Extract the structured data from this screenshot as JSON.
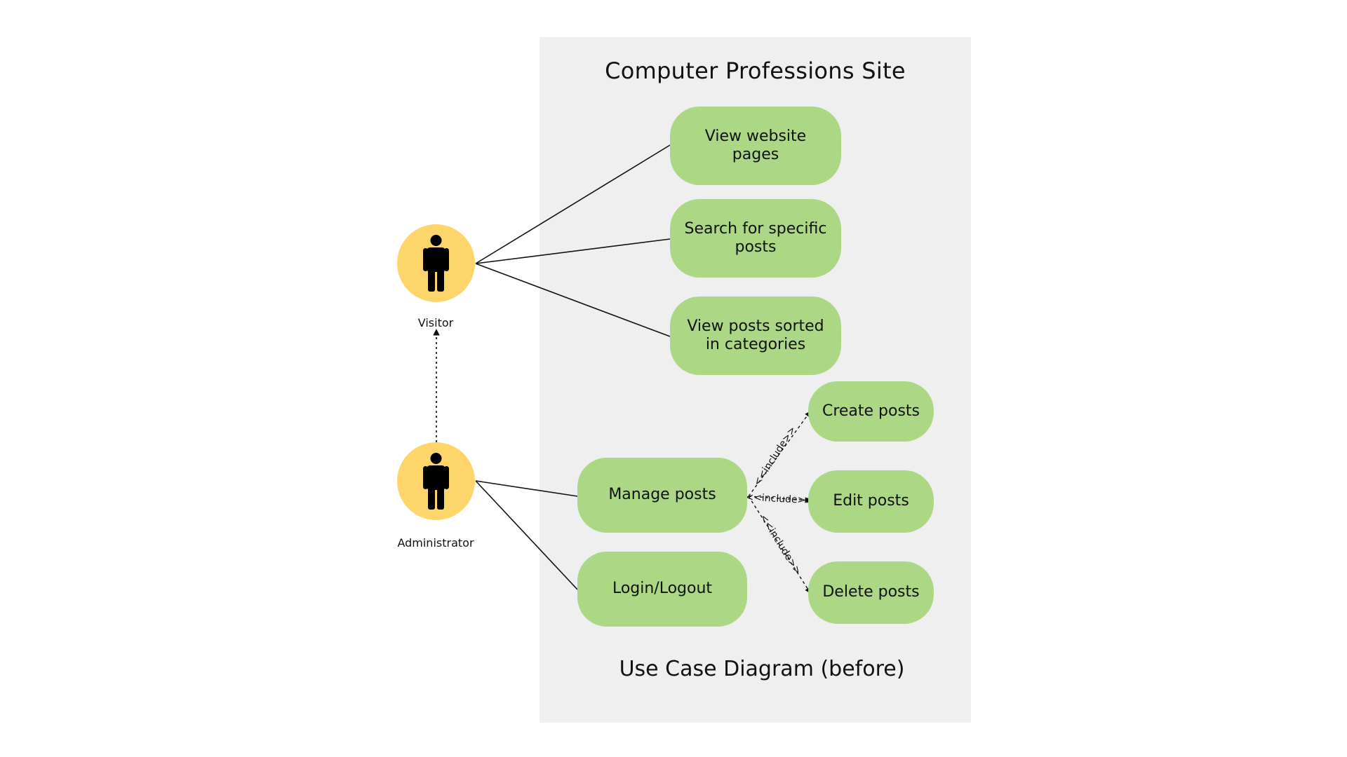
{
  "diagram": {
    "system_title": "Computer Professions Site",
    "caption": "Use Case Diagram (before)",
    "actors": {
      "visitor": {
        "label": "Visitor"
      },
      "administrator": {
        "label": "Administrator"
      }
    },
    "use_cases": {
      "view_pages": "View website pages",
      "search_posts": "Search for specific posts",
      "view_sorted": "View posts sorted in categories",
      "manage_posts": "Manage posts",
      "login_logout": "Login/Logout",
      "create_posts": "Create posts",
      "edit_posts": "Edit posts",
      "delete_posts": "Delete posts"
    },
    "include_label": "<<include>>",
    "colors": {
      "system_background": "#efefef",
      "use_case_fill": "#acd885",
      "actor_fill": "#fed56a",
      "line": "#111111"
    }
  }
}
